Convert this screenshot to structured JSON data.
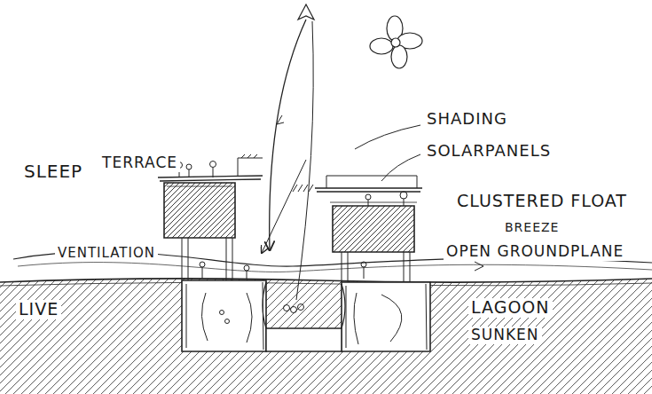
{
  "diagram": {
    "labels": [
      "SLEEP",
      "TERRACE",
      "SHADING",
      "SOLARPANELS",
      "CLUSTERED FLOAT",
      "BREEZE",
      "OPEN GROUNDPLANE",
      "VENTILATION",
      "LIVE",
      "LAGOON",
      "SUNKEN"
    ]
  }
}
